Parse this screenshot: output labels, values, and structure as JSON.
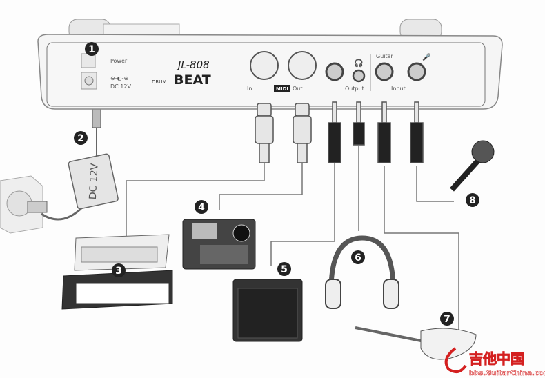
{
  "device": {
    "model": "JL-808",
    "brand_small": "DRUM",
    "brand_large": "BEAT",
    "power_label": "Power",
    "dc_label": "DC 12V",
    "midi_in": "In",
    "midi_label": "MIDI",
    "midi_out": "Out",
    "output_label": "Output",
    "guitar_label": "Guitar",
    "input_label": "Input"
  },
  "adapter": {
    "label": "DC 12V"
  },
  "callouts": [
    "1",
    "2",
    "3",
    "4",
    "5",
    "6",
    "7",
    "8"
  ],
  "watermark": {
    "chinese": "吉他中国",
    "url": "bbs.GuitarChina.com"
  },
  "colors": {
    "line": "#777777",
    "callout": "#222222",
    "watermark_red": "#d42020"
  }
}
